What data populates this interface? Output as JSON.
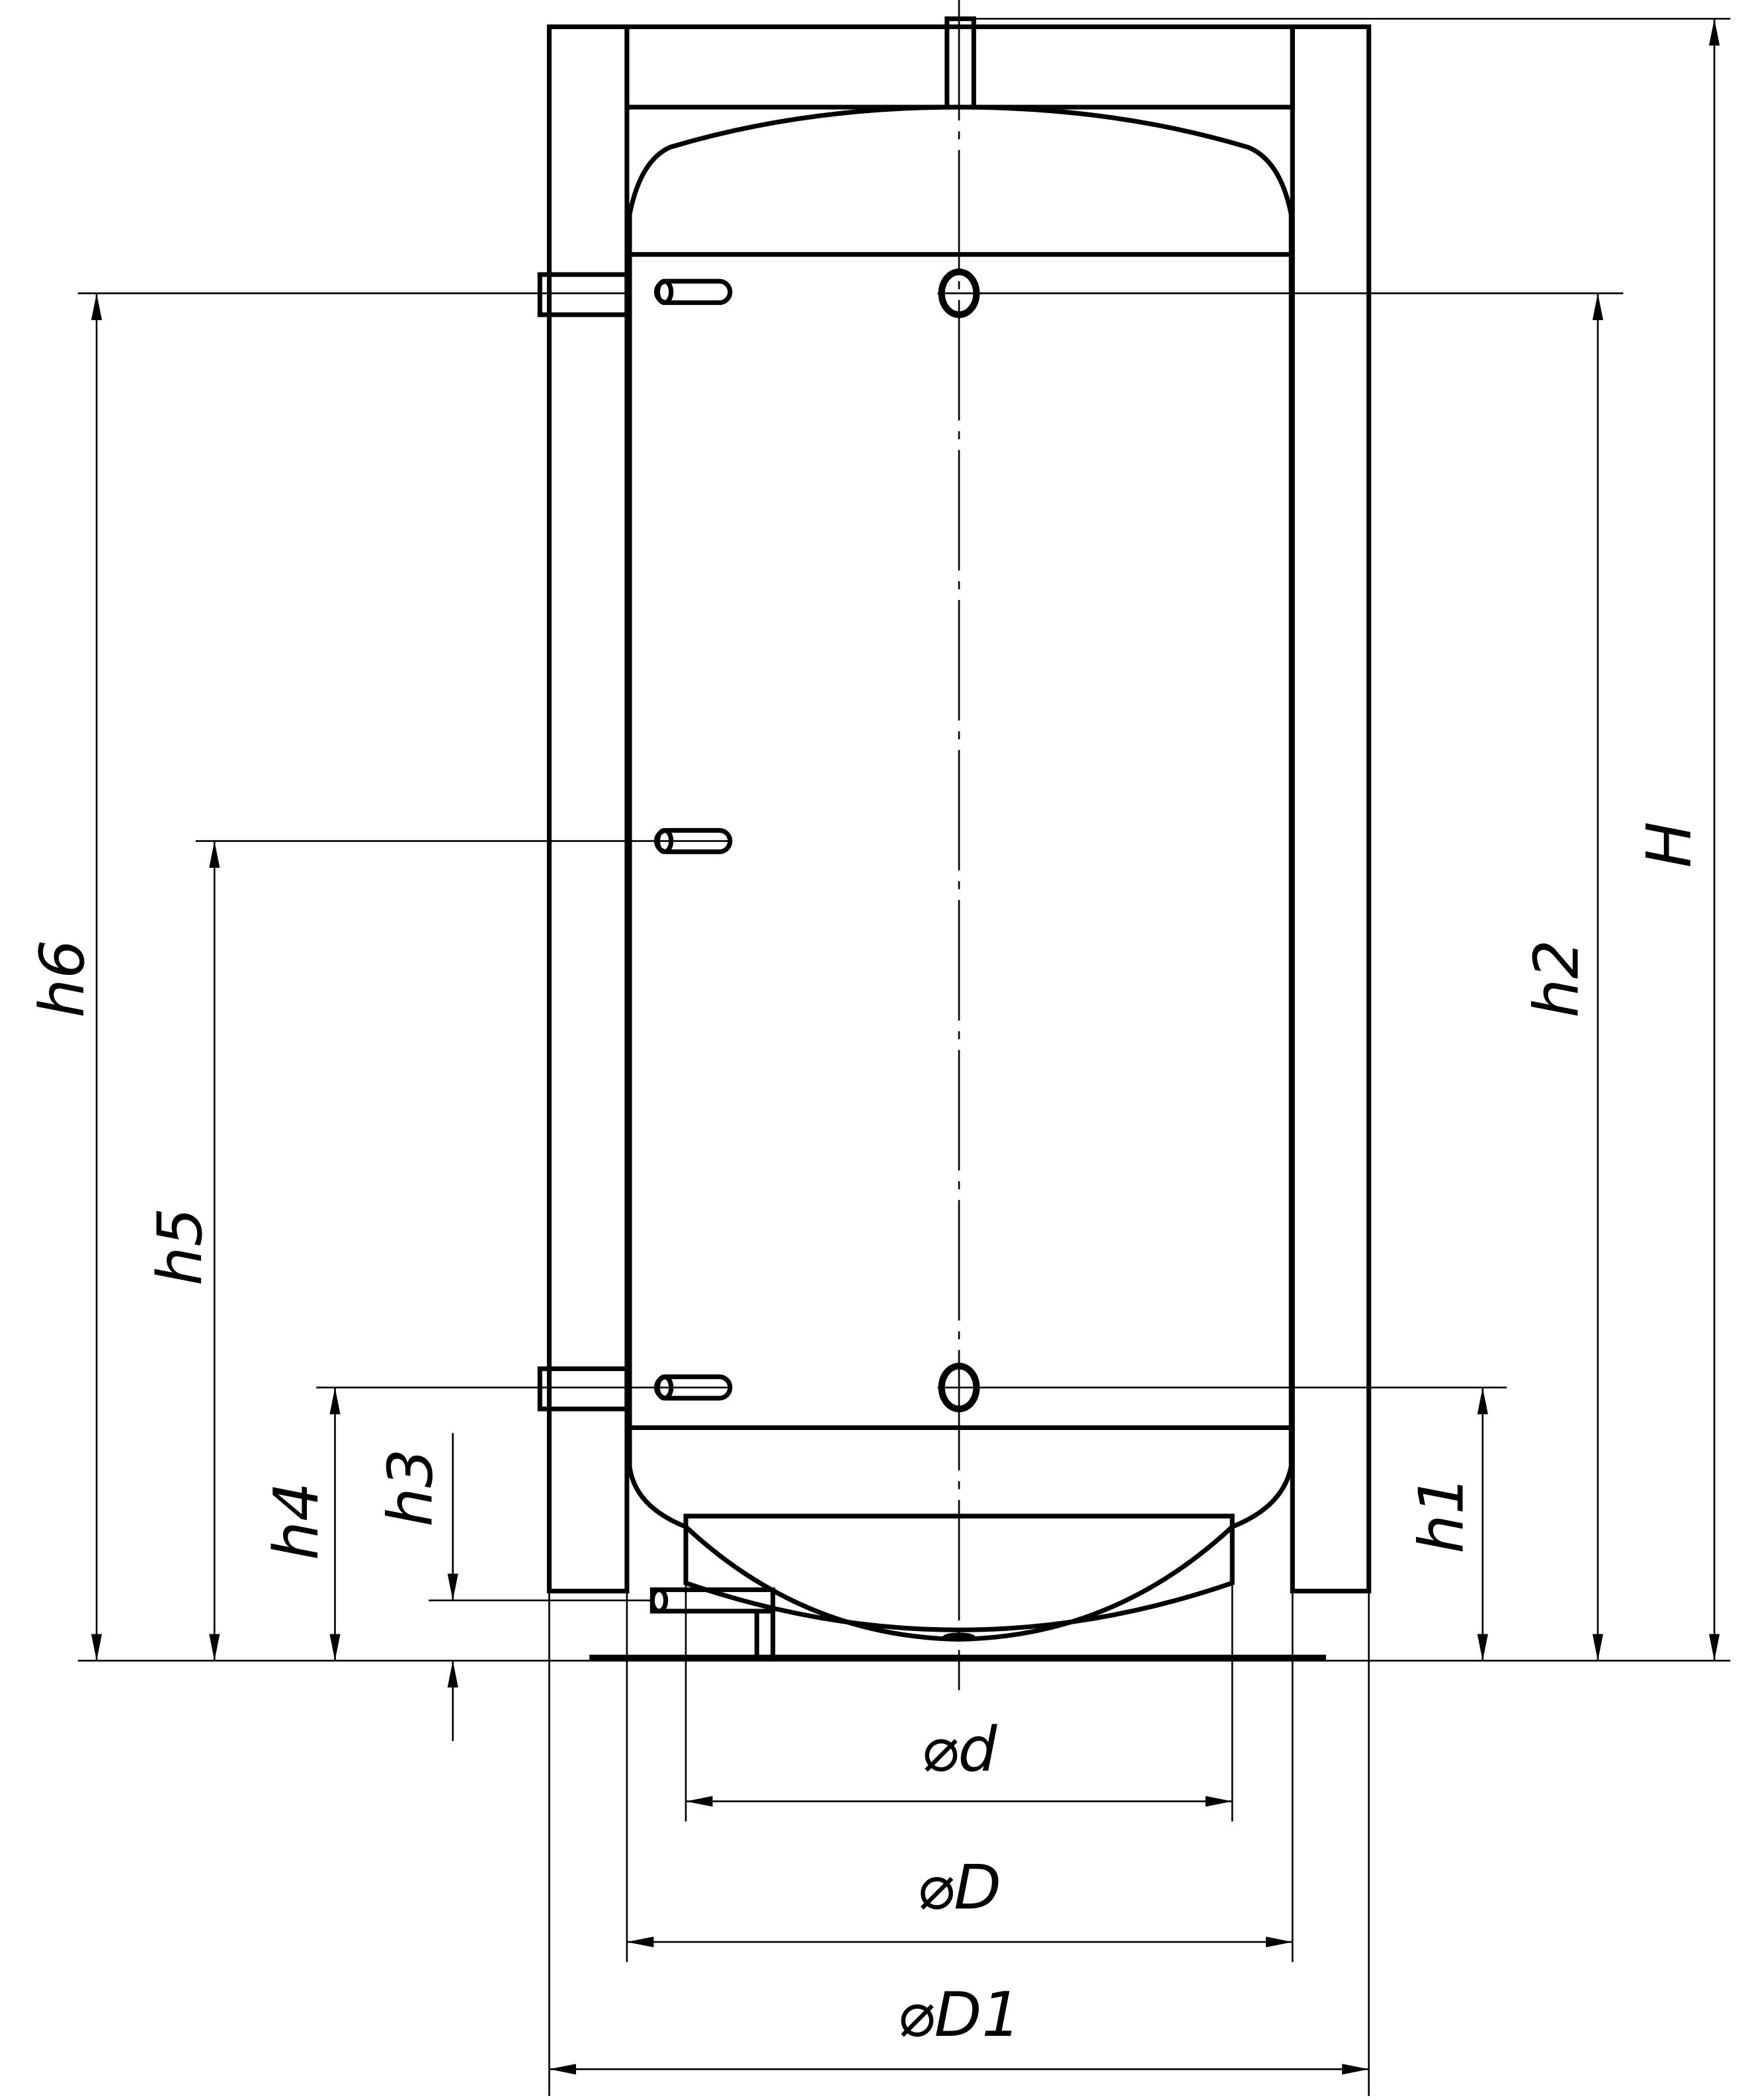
{
  "drawing": {
    "title": "Buffer tank with insulation - dimension drawing",
    "labels": {
      "h6": "h6",
      "h5": "h5",
      "h4": "h4",
      "h3": "h3",
      "h1": "h1",
      "h2": "h2",
      "H": "H",
      "d": "⌀d",
      "D": "⌀D",
      "D1": "⌀D1"
    },
    "colors": {
      "line": "#000000",
      "background": "#ffffff"
    }
  }
}
